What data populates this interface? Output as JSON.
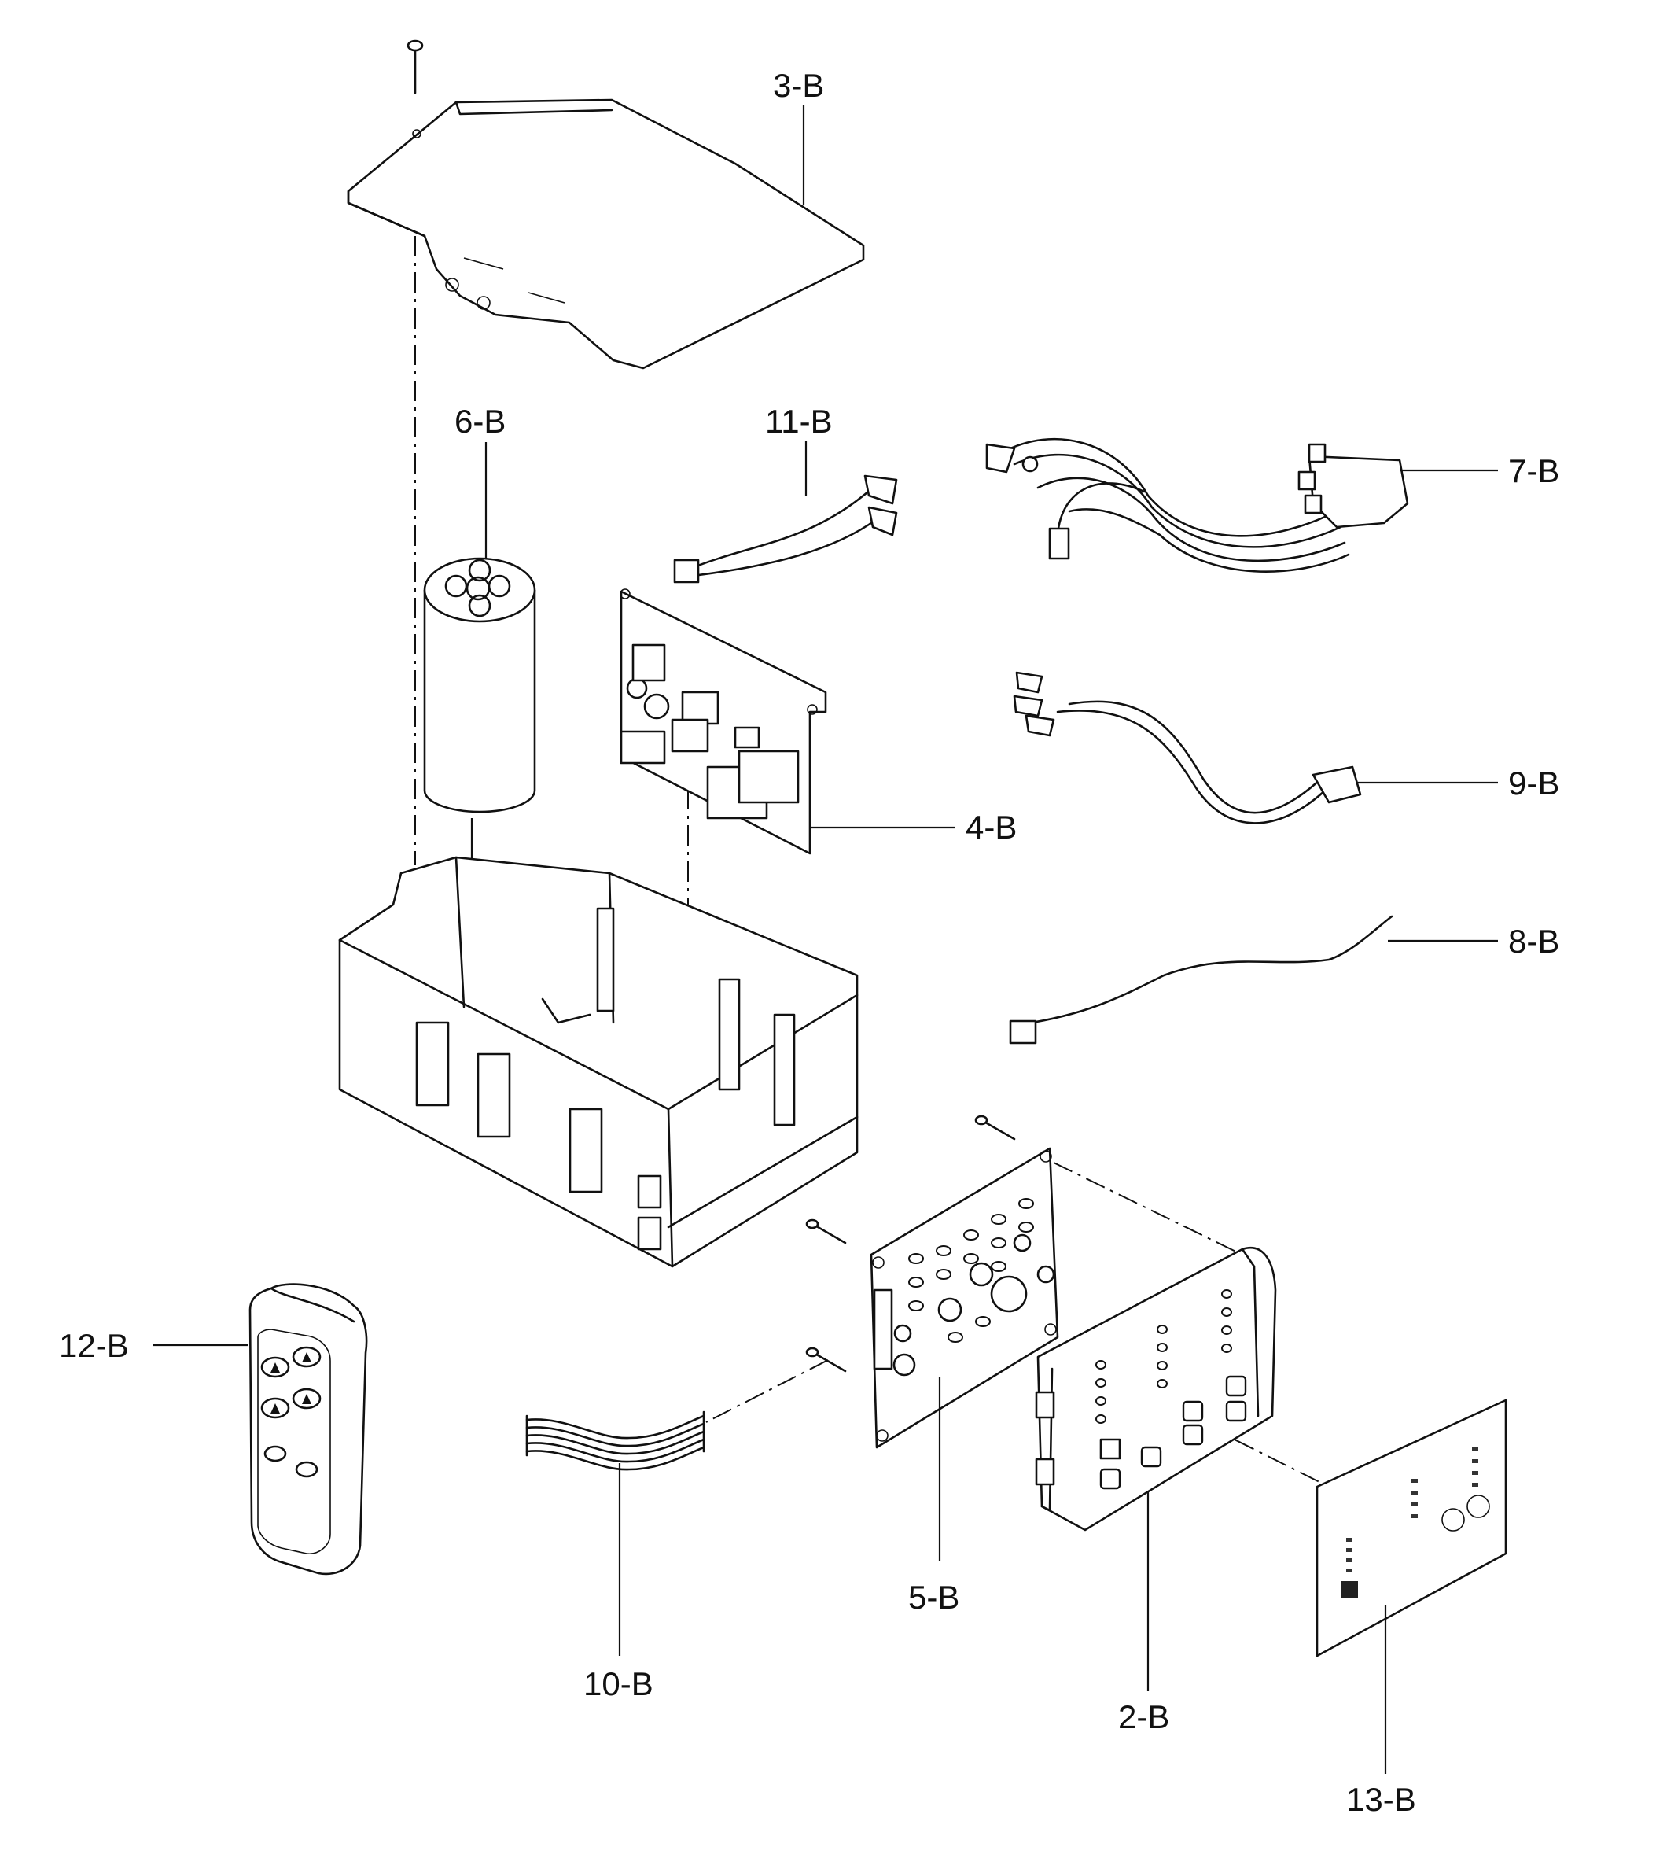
{
  "labels": {
    "p3": "3-B",
    "p6": "6-B",
    "p11": "11-B",
    "p7": "7-B",
    "p9": "9-B",
    "p4": "4-B",
    "p8": "8-B",
    "p12": "12-B",
    "p5": "5-B",
    "p10": "10-B",
    "p2": "2-B",
    "p13": "13-B"
  }
}
